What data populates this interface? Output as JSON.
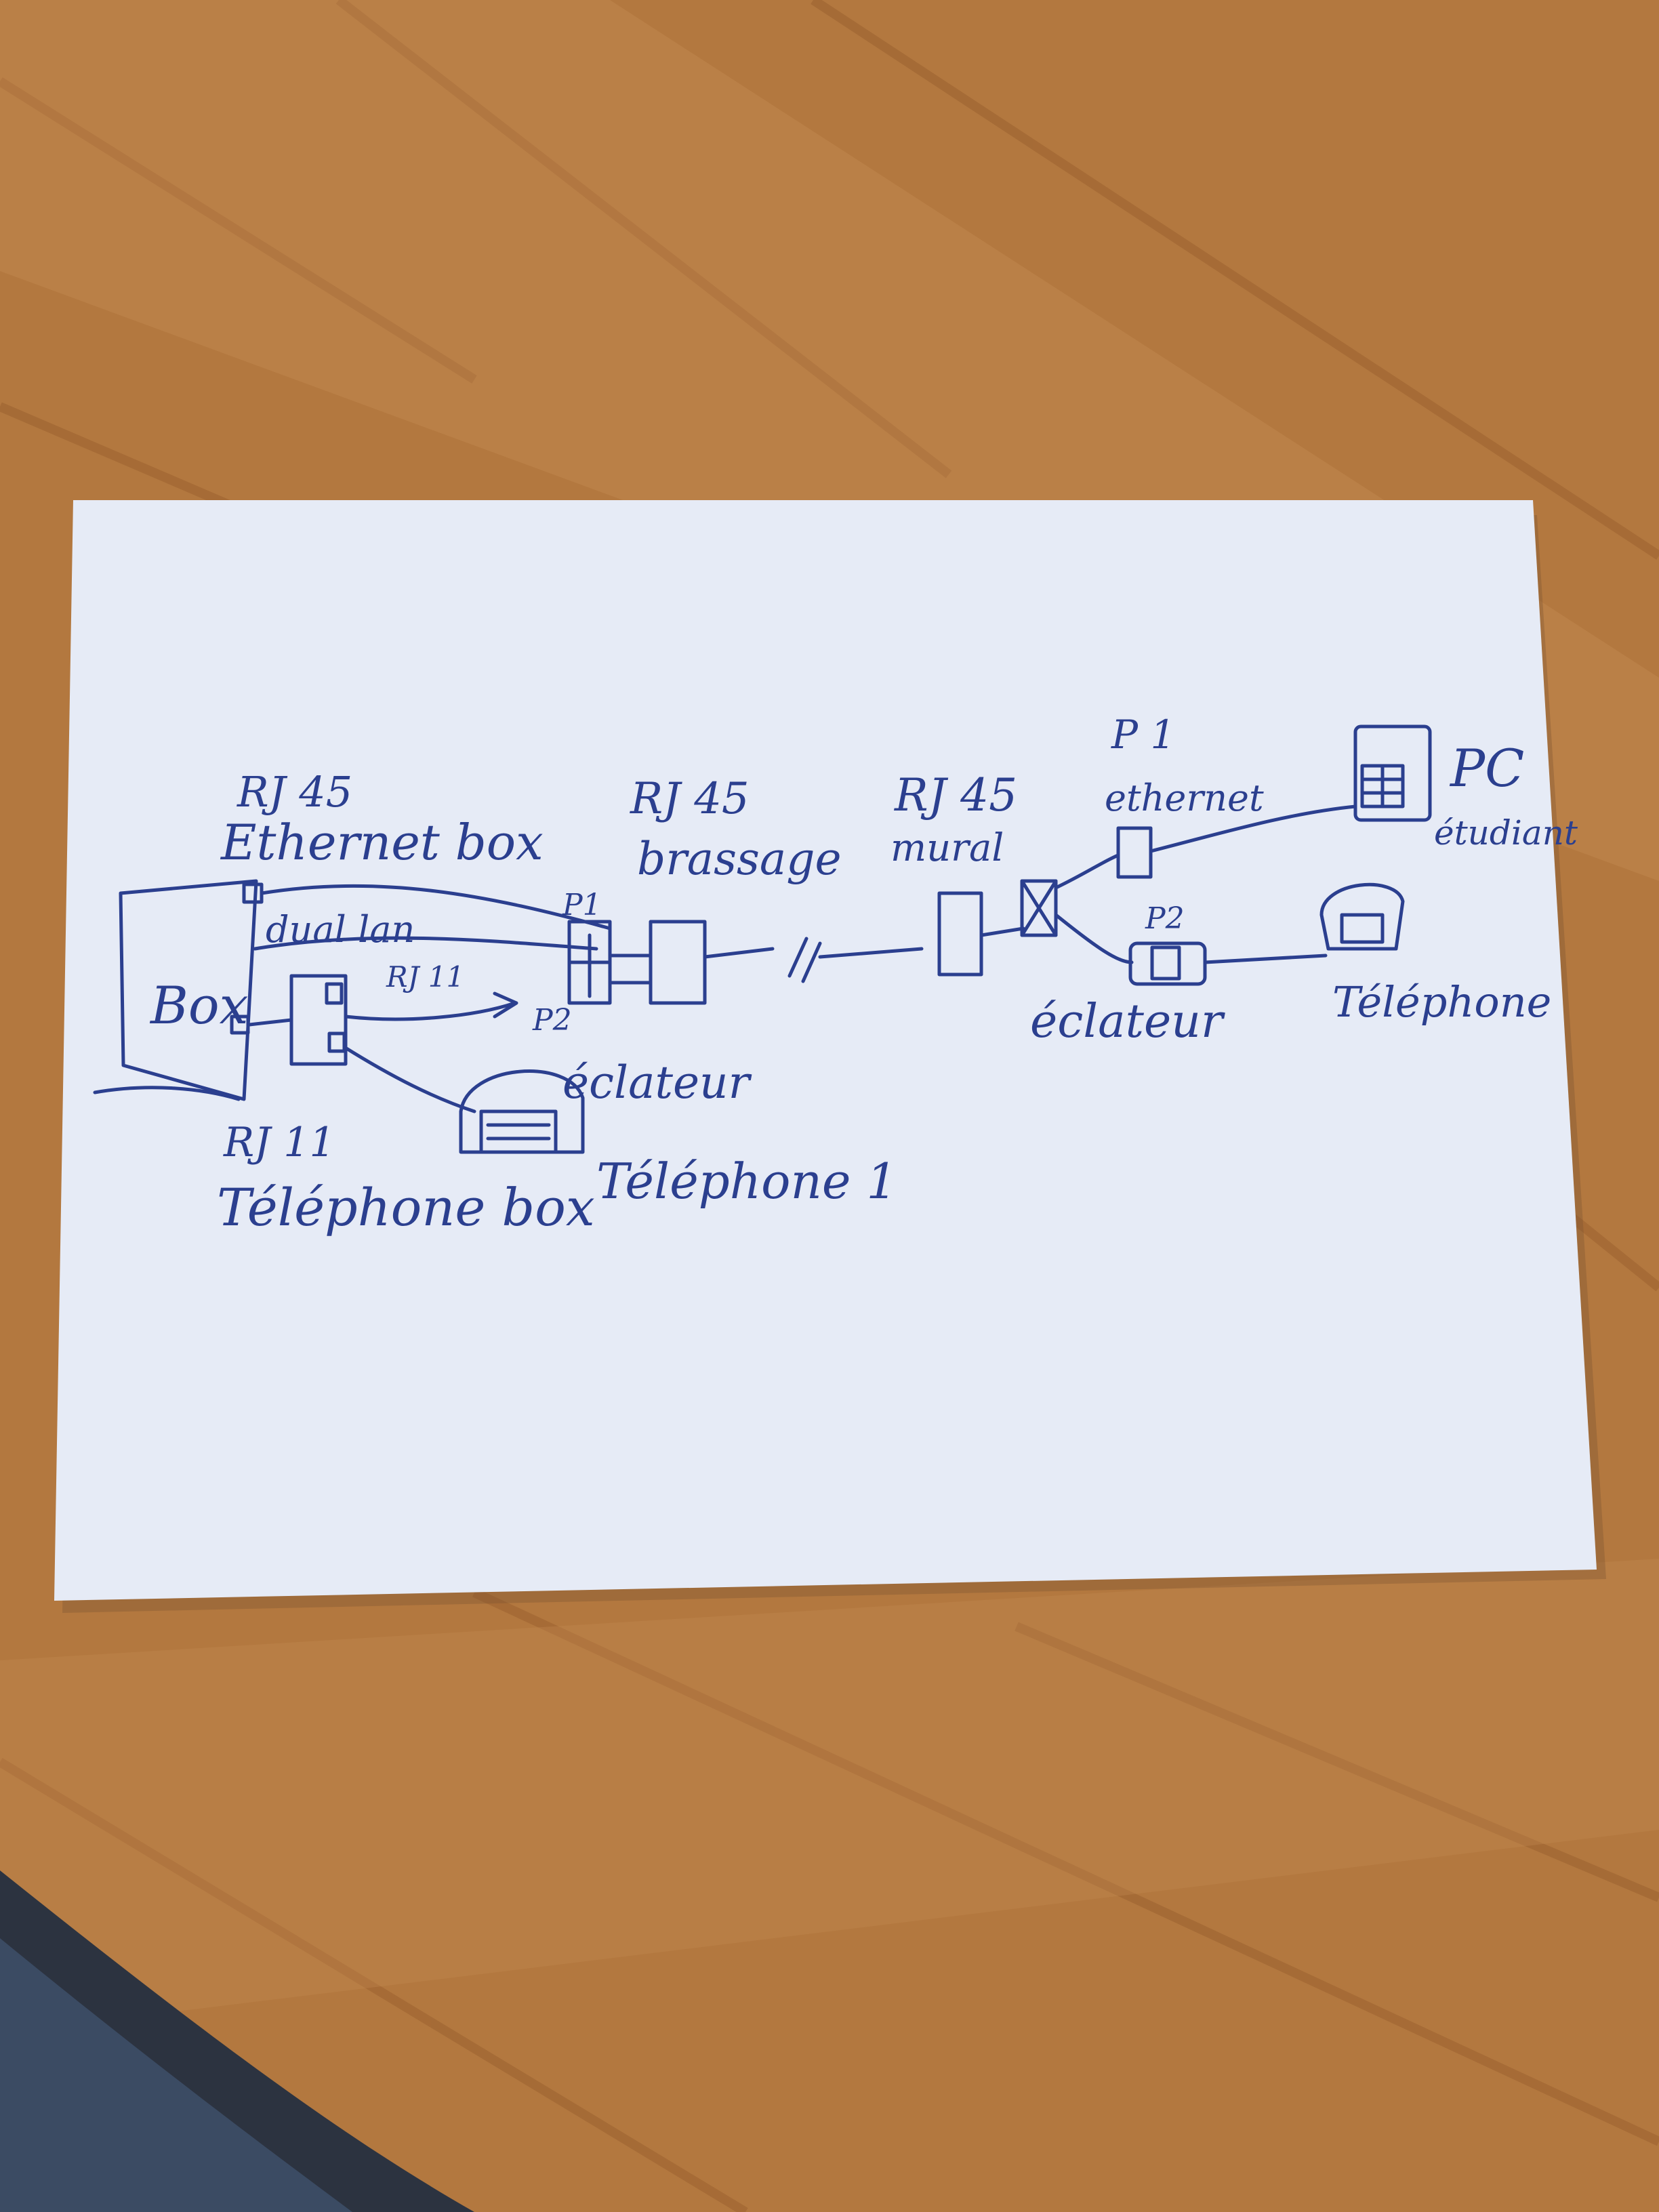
{
  "colors": {
    "table_wood": "#b37b46",
    "table_grain": "#9c6534",
    "paper": "#e6ebf6",
    "ink": "#2b3f8f"
  },
  "labels": {
    "rj45_top": "RJ 45",
    "ethernet_box": "Ethernet box",
    "dual_lan": "dual lan",
    "rj11_mid": "RJ 11",
    "p1_left": "P1",
    "p2_left": "P2",
    "box": "Box",
    "eclateur_left": "éclateur",
    "rj11_bottom": "RJ 11",
    "telephone_box": "Téléphone box",
    "telephone1": "Téléphone 1",
    "rj45_brassage_1": "RJ 45",
    "rj45_brassage_2": "brassage",
    "rj45_mural_1": "RJ 45",
    "rj45_mural_2": "mural",
    "p1_right": "P 1",
    "ethernet_right": "ethernet",
    "p2_right": "P2",
    "eclateur_right": "éclateur",
    "pc_1": "PC",
    "pc_2": "étudiant",
    "telephone_right": "Téléphone"
  }
}
